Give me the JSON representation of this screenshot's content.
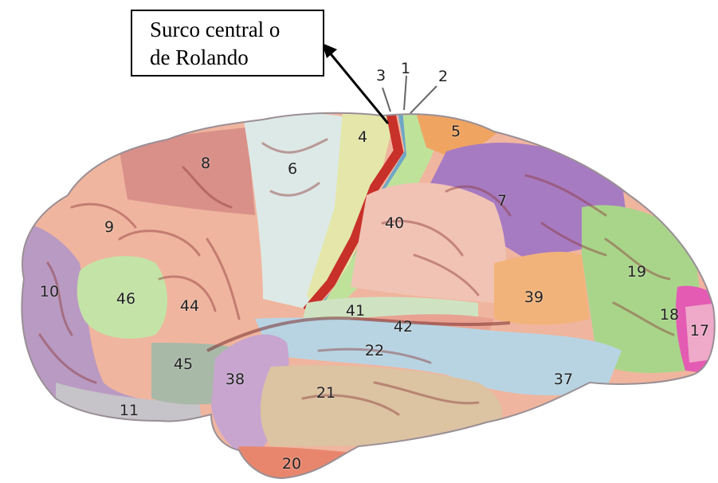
{
  "callout": {
    "line1": "Surco central o",
    "line2": "de Rolando"
  },
  "areas": {
    "a1": "1",
    "a2": "2",
    "a3": "3",
    "a4": "4",
    "a5": "5",
    "a6": "6",
    "a7": "7",
    "a8": "8",
    "a9": "9",
    "a10": "10",
    "a11": "11",
    "a17": "17",
    "a18": "18",
    "a19": "19",
    "a20": "20",
    "a21": "21",
    "a22": "22",
    "a37": "37",
    "a38": "38",
    "a39": "39",
    "a40": "40",
    "a41": "41",
    "a42": "42",
    "a44": "44",
    "a45": "45",
    "a46": "46"
  },
  "colors": {
    "prefrontal_purple": "#b99ac2",
    "frontal_salmon": "#f0b59e",
    "premotor_white": "#dde9e6",
    "sulcus_red": "#c8302a",
    "sulcus_blue": "#6fa6c7",
    "somatosensory_green": "#bfe29b",
    "parietal_violet": "#a77bc2",
    "temporal_tan": "#dcc3a2",
    "temporal_blue": "#b8d4e3",
    "occipital_green": "#a9d58a",
    "orange_area": "#f0a461",
    "magenta_area": "#e35bb3"
  }
}
